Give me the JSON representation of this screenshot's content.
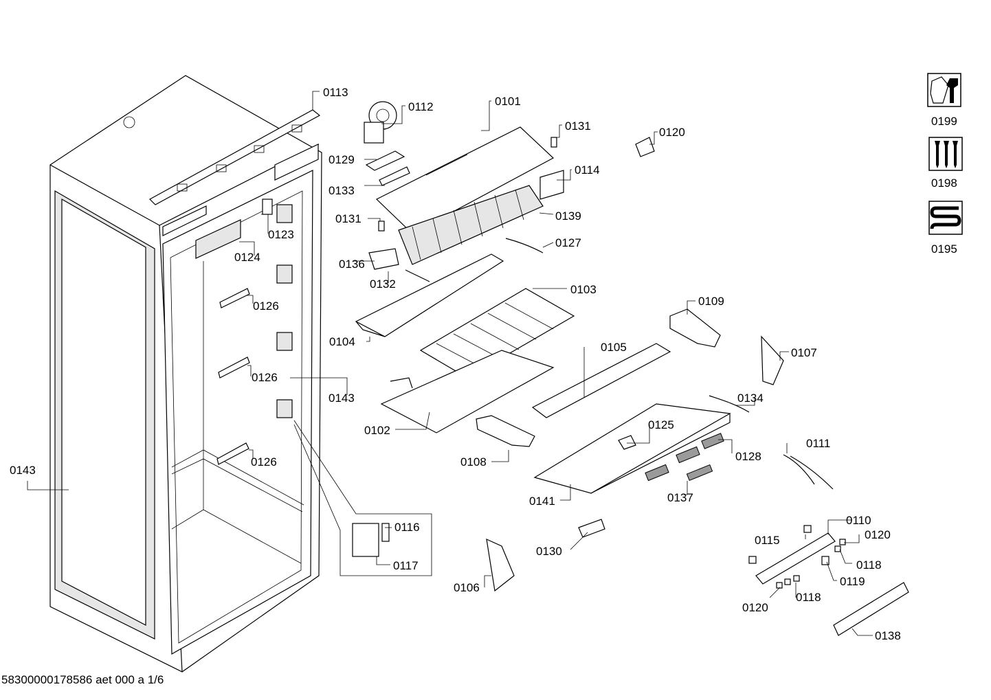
{
  "document": {
    "reference": "58300000178586 aet 000 a 1/6"
  },
  "parts": {
    "p0101": "0101",
    "p0102": "0102",
    "p0103": "0103",
    "p0104": "0104",
    "p0105": "0105",
    "p0106": "0106",
    "p0107": "0107",
    "p0108": "0108",
    "p0109": "0109",
    "p0110": "0110",
    "p0111": "0111",
    "p0112": "0112",
    "p0113": "0113",
    "p0114": "0114",
    "p0115": "0115",
    "p0116": "0116",
    "p0117": "0117",
    "p0118a": "0118",
    "p0118b": "0118",
    "p0119": "0119",
    "p0120a": "0120",
    "p0120b": "0120",
    "p0120c": "0120",
    "p0123": "0123",
    "p0124": "0124",
    "p0125": "0125",
    "p0126a": "0126",
    "p0126b": "0126",
    "p0126c": "0126",
    "p0127": "0127",
    "p0128": "0128",
    "p0129": "0129",
    "p0130": "0130",
    "p0131a": "0131",
    "p0131b": "0131",
    "p0132": "0132",
    "p0133": "0133",
    "p0134": "0134",
    "p0136": "0136",
    "p0137": "0137",
    "p0138": "0138",
    "p0139": "0139",
    "p0141": "0141",
    "p0143a": "0143",
    "p0143b": "0143"
  },
  "symbols": {
    "tools": {
      "label": "0199",
      "icon": "nut-wrench-icon"
    },
    "screws": {
      "label": "0198",
      "icon": "screws-icon"
    },
    "tubing": {
      "label": "0195",
      "icon": "coil-tube-icon"
    }
  }
}
